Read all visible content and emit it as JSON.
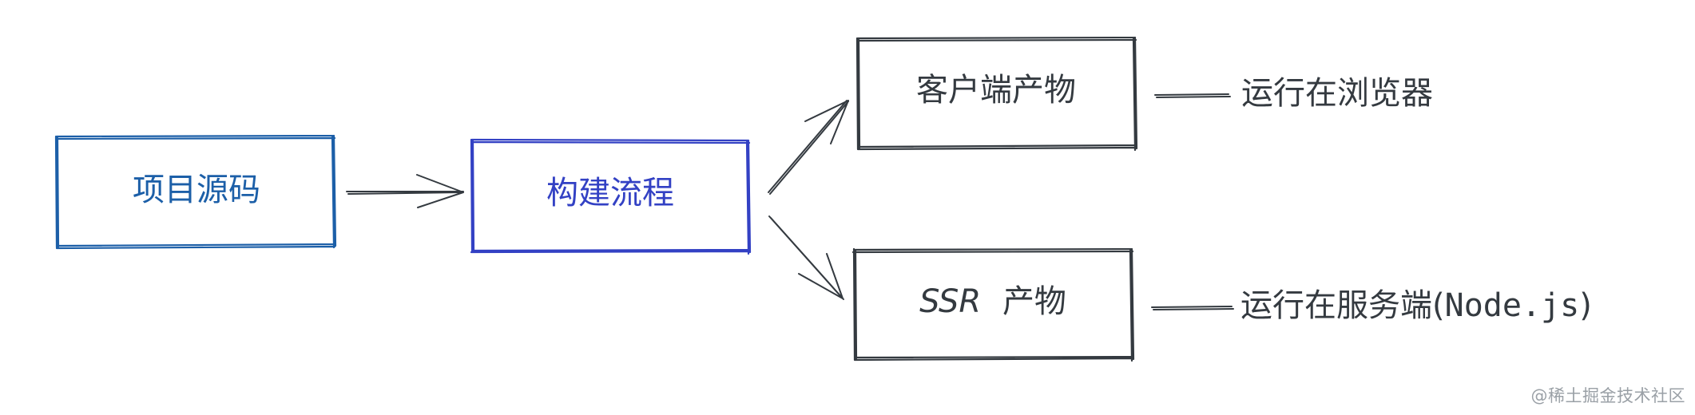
{
  "colors": {
    "source": "#1c5fa8",
    "build": "#3341c4",
    "output": "#343a40",
    "text_dark": "#343a40",
    "watermark": "#9aa0a6"
  },
  "boxes": {
    "source": {
      "label": "项目源码"
    },
    "build": {
      "label": "构建流程"
    },
    "client": {
      "label": "客户端产物"
    },
    "ssr": {
      "label_main": "SSR",
      "label_suffix": "产物"
    }
  },
  "notes": {
    "client": "运行在浏览器",
    "ssr_prefix": "运行在服务端(",
    "ssr_code": "Node.js",
    "ssr_suffix": ")"
  },
  "watermark": "@稀土掘金技术社区"
}
